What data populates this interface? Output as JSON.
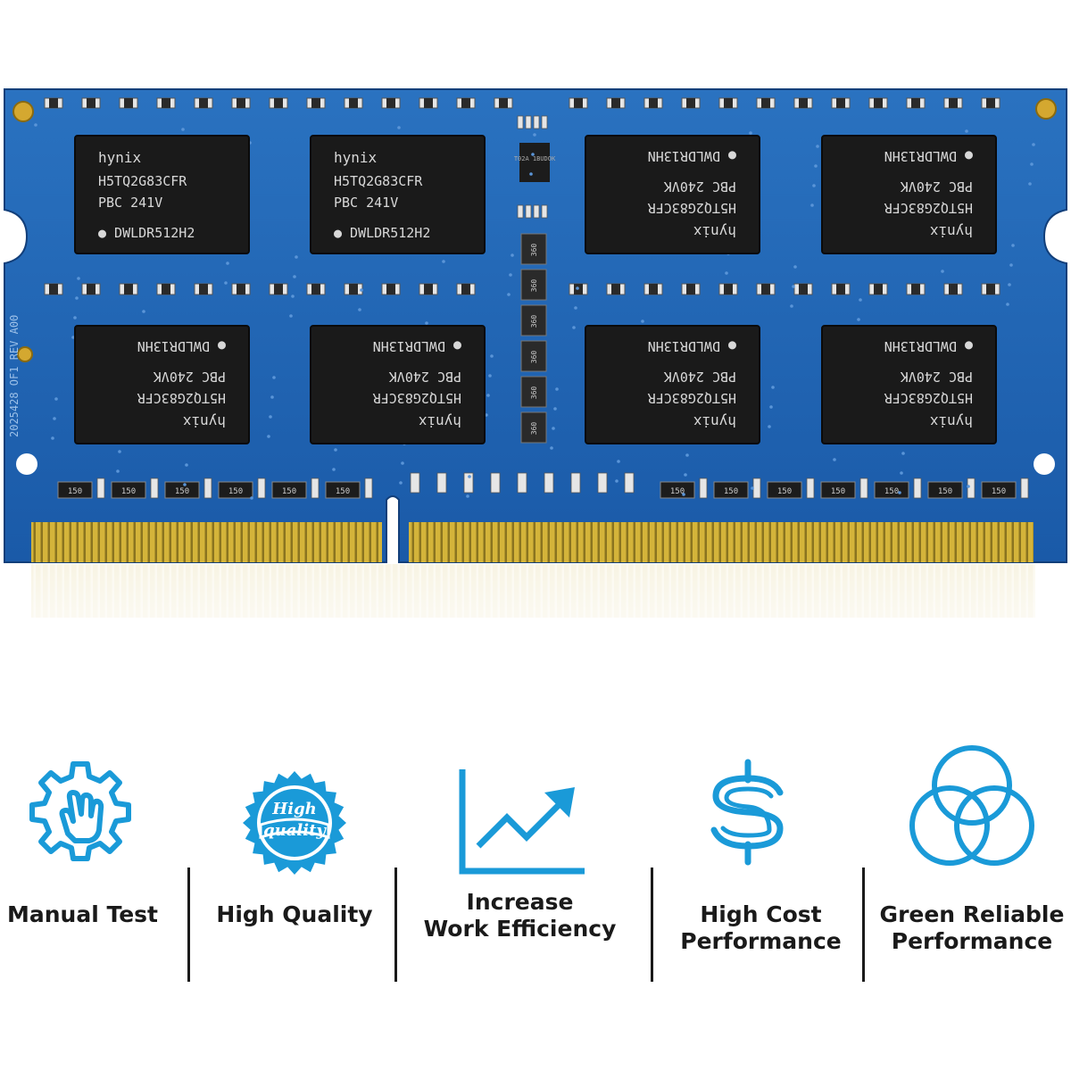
{
  "module": {
    "chip_top_left": {
      "brand": "hynix",
      "part": "H5TQ2G83CFR",
      "pkg": "PBC",
      "date": "241V",
      "code": "DWLDR512H2"
    },
    "chip_flipped": {
      "brand": "hynix",
      "part": "H5TQ2G83CFR",
      "pkg": "PBC",
      "date": "240VK",
      "code": "DWLDR13HN"
    },
    "resistor_label": "150",
    "center_resistor_label": "360",
    "center_chip_label": "T02A 1BUDOK",
    "board_marking": "2025428 OF1 REV A00",
    "board_color": "#1e64b4"
  },
  "features": [
    {
      "icon": "hand-gear-icon",
      "label_line1": "Manual Test",
      "label_line2": ""
    },
    {
      "icon": "quality-badge-icon",
      "label_line1": "High Quality",
      "label_line2": "",
      "badge_text_1": "High",
      "badge_text_2": "quality"
    },
    {
      "icon": "growth-chart-icon",
      "label_line1": "Increase",
      "label_line2": "Work Efficiency"
    },
    {
      "icon": "dollar-icon",
      "label_line1": "High Cost",
      "label_line2": "Performance"
    },
    {
      "icon": "rings-icon",
      "label_line1": "Green Reliable",
      "label_line2": "Performance"
    }
  ],
  "accent_color": "#1a9ad8"
}
